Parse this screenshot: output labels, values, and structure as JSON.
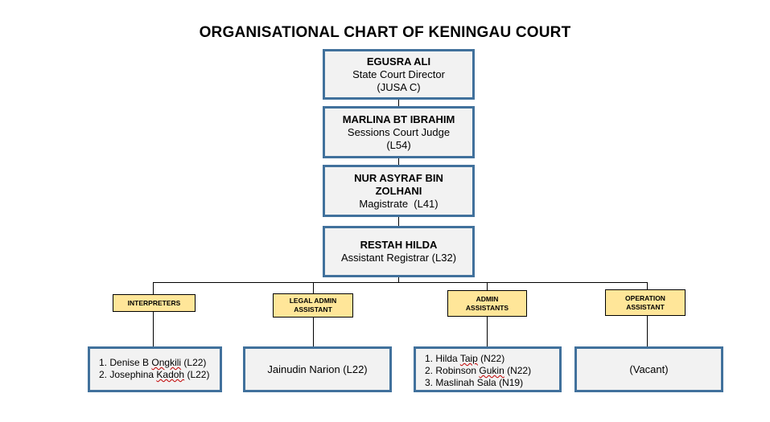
{
  "title": "ORGANISATIONAL CHART OF KENINGAU COURT",
  "hierarchy": [
    {
      "name": "EGUSRA ALI",
      "lines": [
        "State Court Director",
        "(JUSA C)"
      ]
    },
    {
      "name": "MARLINA BT IBRAHIM",
      "lines": [
        "Sessions Court Judge",
        "(L54)"
      ]
    },
    {
      "name_lines": [
        "NUR ASYRAF BIN",
        "ZOLHANI"
      ],
      "lines": [
        "Magistrate  (L41)"
      ]
    },
    {
      "name": "RESTAH HILDA",
      "lines": [
        "Assistant Registrar (L32)"
      ]
    }
  ],
  "units": [
    {
      "label_lines": [
        "INTERPRETERS"
      ],
      "members": [
        {
          "num": "1.",
          "pre": "Denise B ",
          "mark": "Ongkili",
          "post": " (L22)"
        },
        {
          "num": "2.",
          "pre": "Josephina ",
          "mark": "Kadoh",
          "post": " (L22)"
        }
      ]
    },
    {
      "label_lines": [
        "LEGAL ADMIN",
        "ASSISTANT"
      ],
      "single": "Jainudin Narion (L22)"
    },
    {
      "label_lines": [
        "ADMIN",
        "ASSISTANTS"
      ],
      "members": [
        {
          "num": "1.",
          "pre": "Hilda ",
          "mark": "Taip",
          "post": " (N22)"
        },
        {
          "num": "2.",
          "pre": "Robinson ",
          "mark": "Gukin",
          "post": " (N22)"
        },
        {
          "num": "3.",
          "pre": "Maslinah Sala (N19)",
          "mark": "",
          "post": ""
        }
      ]
    },
    {
      "label_lines": [
        "OPERATION",
        "ASSISTANT"
      ],
      "single": "(Vacant)"
    }
  ]
}
